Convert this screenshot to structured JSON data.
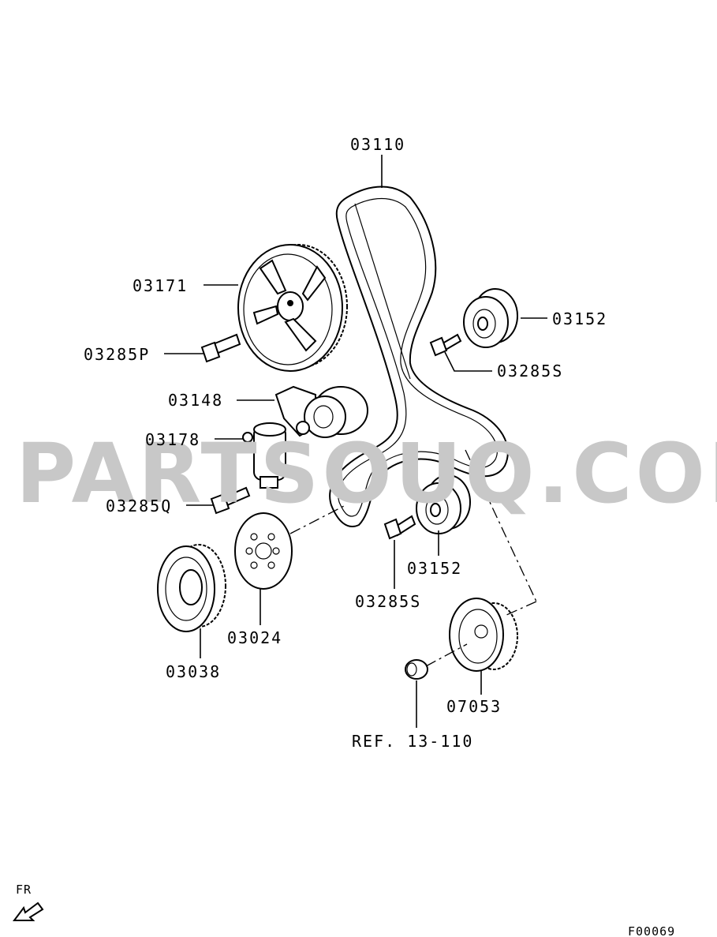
{
  "parts": {
    "timing_belt": "03110",
    "cam_sprocket": "03171",
    "bolt_p": "03285P",
    "tensioner_arm": "03148",
    "auto_tensioner": "03178",
    "bolt_q": "03285Q",
    "idler_upper": "03152",
    "bolt_s_upper": "03285S",
    "idler_lower": "03152",
    "bolt_s_lower": "03285S",
    "crank_plate": "03024",
    "crank_sprocket": "03038",
    "balancer_sprocket": "07053",
    "ref_note": "REF. 13-110"
  },
  "watermark": "PARTSOUQ.COM",
  "orientation_label": "FR",
  "figure_code": "F00069"
}
